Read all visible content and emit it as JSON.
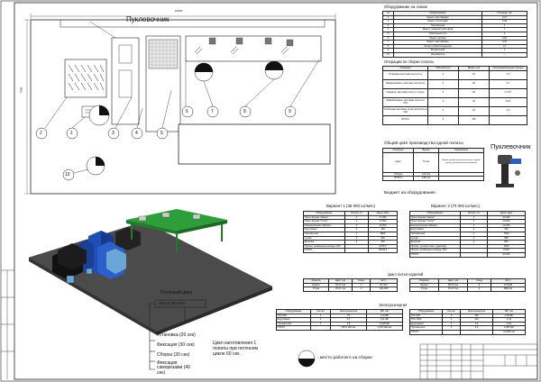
{
  "plan": {
    "dims": {
      "top": "10000",
      "left": "7000"
    },
    "punch_label": "Пуклевочник",
    "markers": [
      "1",
      "2",
      "3",
      "4",
      "5",
      "6",
      "7",
      "8",
      "9",
      "10"
    ]
  },
  "equipment": {
    "title": "Оборудование на эскизе",
    "headers": [
      "№",
      "Наименование",
      "Площадь, м2"
    ],
    "rows": [
      [
        "1",
        "Ящик с заготовками",
        "0,27"
      ],
      [
        "2",
        "Ящик с полотнами",
        "0,98"
      ],
      [
        "3",
        "Пуклевочник",
        "1"
      ],
      [
        "4",
        "Ящик с ломаной заготовкой",
        "1"
      ],
      [
        "5",
        "Сборочный стол",
        "4"
      ],
      [
        "6",
        "Ящик с детьми",
        "0,81"
      ],
      [
        "7",
        "Ящик с заготовками",
        "0,32"
      ],
      [
        "8",
        "Склад готовой продукции",
        "12"
      ],
      [
        "9",
        "Бродильный",
        "1"
      ],
      [
        "10",
        "Нагреватель",
        "—"
      ]
    ]
  },
  "operations": {
    "title": "Операции по сборке лопаты",
    "headers": [
      "Операции",
      "Рабочий (шт)",
      "Время, сек",
      "Последовательные позиции"
    ],
    "rows": [
      [
        "Установка заготовки на полоту",
        "1",
        "20",
        "1,2"
      ],
      [
        "Зафиксировать заготовку на полоте",
        "1",
        "30",
        "3,7"
      ],
      [
        "Насадить заготовки полоту и ручку",
        "1",
        "40",
        "4,7,8,7"
      ],
      [
        "Зафиксировать заготовки полоты в ТАЗ",
        "1",
        "40",
        "4,8,9"
      ],
      [
        "Свободная заготовка ручки на полоте в ТАЗ",
        "1",
        "40",
        "4,3"
      ],
      [
        "ИТОГО",
        "5",
        "150",
        ""
      ]
    ]
  },
  "cycle": {
    "title": "Общий цикл производства одной лопаты",
    "headers": [
      "Операция",
      "Время",
      "Примечание"
    ],
    "rows": [
      [
        "Цикл",
        "75 сек",
        "Время изготовления временного в одной лопате (заготовительный вариант)"
      ],
      [
        "Сборка",
        "120 сек",
        ""
      ],
      [
        "ИТОГО",
        "195 сек",
        ""
      ]
    ]
  },
  "punch_side": {
    "label": "Пуклевочник"
  },
  "budget": {
    "title": "Бюджет на оборудование",
    "v1": {
      "title": "Вариант 1 (35 000 шт/мес)",
      "headers": [
        "Оборудование",
        "Кол-во, шт",
        "Цена, евро"
      ],
      "rows": [
        [
          "Пресс-форма \"Акмеа\"",
          "1",
          "17 000"
        ],
        [
          "Пресс-форма \"Остер\"",
          "1",
          "14 500"
        ],
        [
          "Компрессорная обвязка",
          "1",
          "12 000"
        ],
        [
          "Шуруповерт",
          "2",
          "160"
        ],
        [
          "Пуклевочник",
          "1",
          "3800"
        ],
        [
          "Сушка",
          "2",
          "290"
        ],
        [
          "Досушка",
          "2",
          "400"
        ],
        [
          "Прочие, косвенные расходы 10%",
          "",
          "4375,5"
        ],
        [
          "ИТОГО",
          "",
          "48125,5"
        ]
      ]
    },
    "v2": {
      "title": "Вариант 2 (70 000 шт/мес)",
      "headers": [
        "Оборудование",
        "Кол-во, шт",
        "Цена, евро"
      ],
      "rows": [
        [
          "Пресс-форма \"Акмеа\"",
          "1",
          "34 000"
        ],
        [
          "Пресс-форма \"Остер\"",
          "1",
          "29 000"
        ],
        [
          "Компрессорная обвязка",
          "1",
          "12 000"
        ],
        [
          "Шуруповерт",
          "4",
          "320"
        ],
        [
          "Пуклевочник",
          "2",
          "7600"
        ],
        [
          "Сушка",
          "4",
          "580"
        ],
        [
          "Досушка",
          "4",
          "800"
        ],
        [
          "Прочие, ручной и мех. транспорт",
          "",
          "2000"
        ],
        [
          "Прочие, косвенные расходы 10%",
          "",
          "8 630"
        ],
        [
          "ИТОГО",
          "",
          "94 930"
        ]
      ]
    }
  },
  "castings": {
    "title": "Цикл литья изделий",
    "headers": [
      "Изделие",
      "Цикл, сек",
      "Гнезд",
      "Шт/ч"
    ],
    "left": [
      [
        "Лопата",
        "35-37 сек",
        "1",
        "87-103"
      ],
      [
        "Ручка",
        "35-37 сек",
        "2",
        "194-206"
      ]
    ],
    "right": [
      [
        "Лопата",
        "35-37 сек",
        "2",
        "174-206"
      ],
      [
        "Ручка",
        "35-37 сек",
        "4",
        "388-412"
      ]
    ]
  },
  "power": {
    "title": "Электроэнергия",
    "headers": [
      "Оборудование",
      "Кол-во",
      "Электроэнергия",
      "кВт, час"
    ],
    "left": [
      [
        "ТПА 500",
        "1",
        "75",
        "1,14 кВт"
      ],
      [
        "Шуруповерт",
        "2",
        "0,7",
        "0,11 кВт"
      ],
      [
        "Пуклевочник",
        "1",
        "1,5",
        "0,028 кВт"
      ],
      [
        "ИТОГО",
        "",
        "155,5 кВт/час",
        "1,278 кВт/час"
      ]
    ],
    "right": [
      [
        "ТПА 500",
        "2",
        "150",
        "2,28 кВт"
      ],
      [
        "ТПА 1000",
        "1",
        "110",
        "1,34"
      ],
      [
        "Шуруповерт",
        "4",
        "1,4",
        "0,22"
      ],
      [
        "Пуклевочник",
        "2",
        "3,0",
        "0,056 кВт"
      ],
      [
        "ИТОГО",
        "",
        "",
        "3,9 кВт/час"
      ]
    ]
  },
  "flow": {
    "title": "Поточный цикл",
    "start": "Литьё (60 сек)",
    "steps": [
      "Установка (20 сек)",
      "Фиксация (30 сек)",
      "Сборка (30 сек)",
      "Фиксация саморезами (40 сек)"
    ],
    "note": "Цикл изготовления 1 лопаты при поточном цикле 60 сек."
  },
  "legend": {
    "text": "- место рабочего на сборке"
  },
  "colors": {
    "line": "#222222",
    "cabinet": "#1f4fb5",
    "table": "#2e9e3a",
    "floor": "#4b4b4b",
    "sky": "#6aa7d8"
  }
}
